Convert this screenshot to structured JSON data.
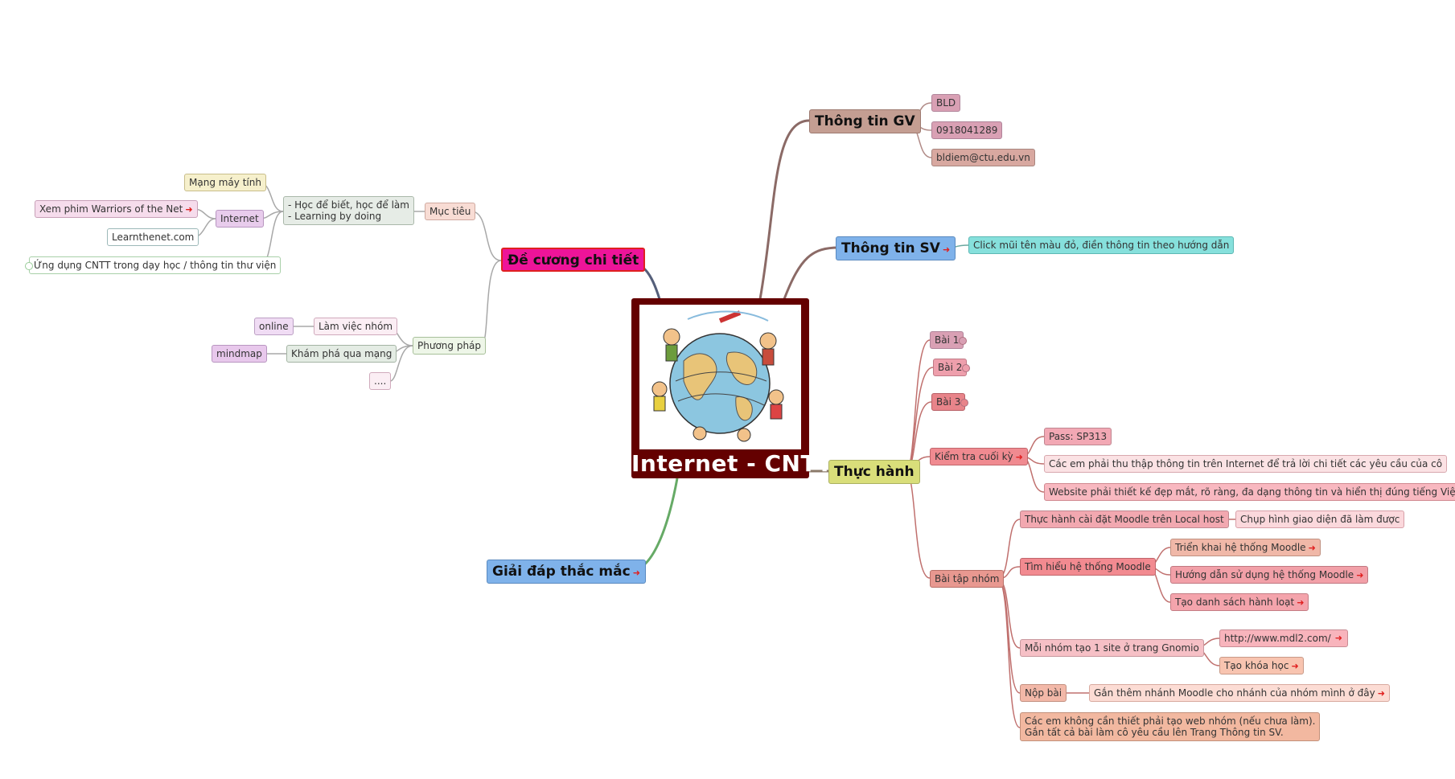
{
  "colors": {
    "main_blue": "#7fb2ea",
    "gv": "#c49e92",
    "de_cuong": "#ee1499",
    "thuc_hanh": "#d9de7a",
    "center_bg": "#640000"
  },
  "center": {
    "title": "Internet - CNTT",
    "image_icon": "globe-with-people-icon"
  },
  "left": {
    "de_cuong": {
      "label": "Đề cương chi tiết",
      "muc_tieu": {
        "label": "Mục tiêu",
        "hoc": "- Học để biết, học để làm\n- Learning by doing",
        "mang_may_tinh": "Mạng máy tính",
        "internet": "Internet",
        "warriors": "Xem phim Warriors of the Net",
        "learnthenet": "Learnthenet.com",
        "ung_dung": "Ứng dụng CNTT trong dạy học / thông tin thư viện"
      },
      "phuong_phap": {
        "label": "Phương pháp",
        "lam_viec_nhom": "Làm việc nhóm",
        "online": "online",
        "kham_pha": "Khám phá qua mạng",
        "mindmap": "mindmap",
        "ellipsis": "...."
      }
    },
    "giai_dap": "Giải đáp thắc mắc"
  },
  "right": {
    "thong_tin_gv": {
      "label": "Thông tin GV",
      "items": [
        "BLD",
        "0918041289",
        "bldiem@ctu.edu.vn"
      ]
    },
    "thong_tin_sv": {
      "label": "Thông tin SV",
      "hint": "Click mũi tên màu đỏ, điền thông tin theo hướng dẫn"
    },
    "thuc_hanh": {
      "label": "Thực hành",
      "bai1": "Bài 1",
      "bai2": "Bài 2",
      "bai3": "Bài 3",
      "kiem_tra": {
        "label": "Kiểm tra cuối kỳ",
        "pass": "Pass: SP313",
        "item1": "Các em phải thu thập thông tin trên Internet để trả lời chi tiết các yêu cầu của cô",
        "item2": "Website phải thiết kế đẹp mắt, rõ ràng, đa dạng thông tin và hiển thị đúng tiếng Việt"
      },
      "bai_tap_nhom": {
        "label": "Bài tập nhóm",
        "cai_dat": "Thực hành cài đặt Moodle trên Local host",
        "chup_hinh": "Chụp hình giao diện đã làm được",
        "tim_hieu": "Tìm hiểu hệ thống Moodle",
        "trien_khai": "Triển khai hệ thống Moodle",
        "huong_dan": "Hướng dẫn sử dụng hệ thống Moodle",
        "tao_danh_sach": "Tạo danh sách hành loạt",
        "moi_nhom": "Mỗi nhóm tạo 1 site ở trang Gnomio",
        "url": "http://www.mdl2.com/",
        "tao_khoa_hoc": "Tạo khóa học",
        "nop_bai": "Nộp bài",
        "gan_them": "Gắn thêm nhánh Moodle cho nhánh của nhóm mình ở đây",
        "ghi_chu": "Các em không cần thiết phải tạo web nhóm (nếu chưa làm).\nGắn tất cả bài làm cô yêu cầu lên Trang Thông tin SV."
      }
    }
  },
  "arrow_glyph": "➜"
}
